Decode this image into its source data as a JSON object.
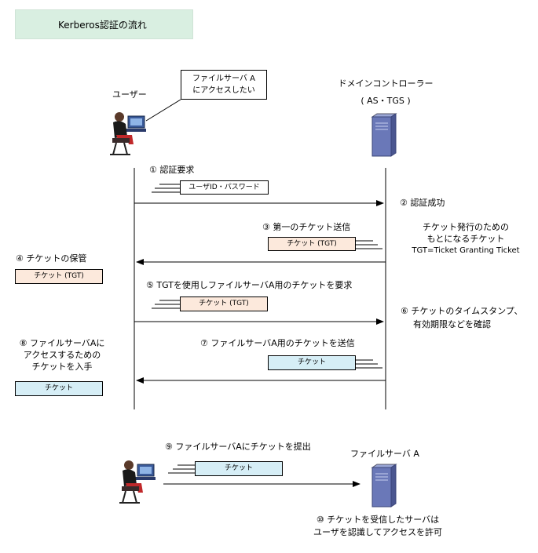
{
  "title": "Kerberos認証の流れ",
  "actors": {
    "user": "ユーザー",
    "bubble_line1": "ファイルサーバ A",
    "bubble_line2": "にアクセスしたい",
    "dc_line1": "ドメインコントローラー",
    "dc_line2": "( AS・TGS )",
    "fileserver": "ファイルサーバ A"
  },
  "steps": {
    "s1": "①  認証要求",
    "s2": "②  認証成功",
    "s2_note1": "チケット発行のための",
    "s2_note2": "もとになるチケット",
    "s2_note3": "TGT=Ticket Granting Ticket",
    "s3": "③  第一のチケット送信",
    "s4": "④  チケットの保管",
    "s5": "⑤  TGTを使用しファイルサーバA用のチケットを要求",
    "s6_line1": "⑥  チケットのタイムスタンプ、",
    "s6_line2": "有効期限などを確認",
    "s7": "⑦  ファイルサーバA用のチケットを送信",
    "s8_line1": "⑧  ファイルサーバAに",
    "s8_line2": "アクセスするための",
    "s8_line3": "チケットを入手",
    "s9": "⑨  ファイルサーバAにチケットを提出",
    "s10_line1": "⑩  チケットを受信したサーバは",
    "s10_line2": "ユーザを認識してアクセスを許可"
  },
  "messages": {
    "userid_password": "ユーザID・パスワード",
    "tgt": "チケット (TGT)",
    "ticket": "チケット"
  }
}
